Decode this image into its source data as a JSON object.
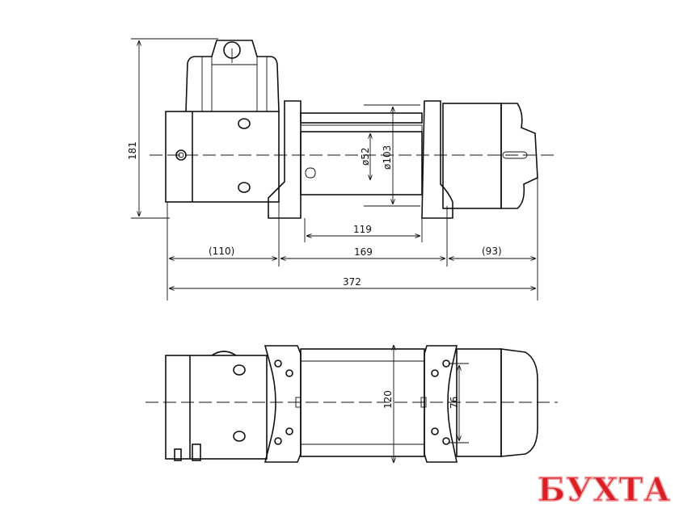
{
  "drawing": {
    "side_view": {
      "height": "181",
      "drum_diameter": "ø52",
      "flange_diameter": "ø103",
      "drum_length": "119",
      "motor_length": "(110)",
      "mount_span": "169",
      "gearbox_length": "(93)",
      "overall_length": "372"
    },
    "top_view": {
      "mount_width": "120",
      "bolt_spacing": "76"
    }
  },
  "logo": {
    "text": "БУХТА",
    "color": "#d91f26"
  }
}
